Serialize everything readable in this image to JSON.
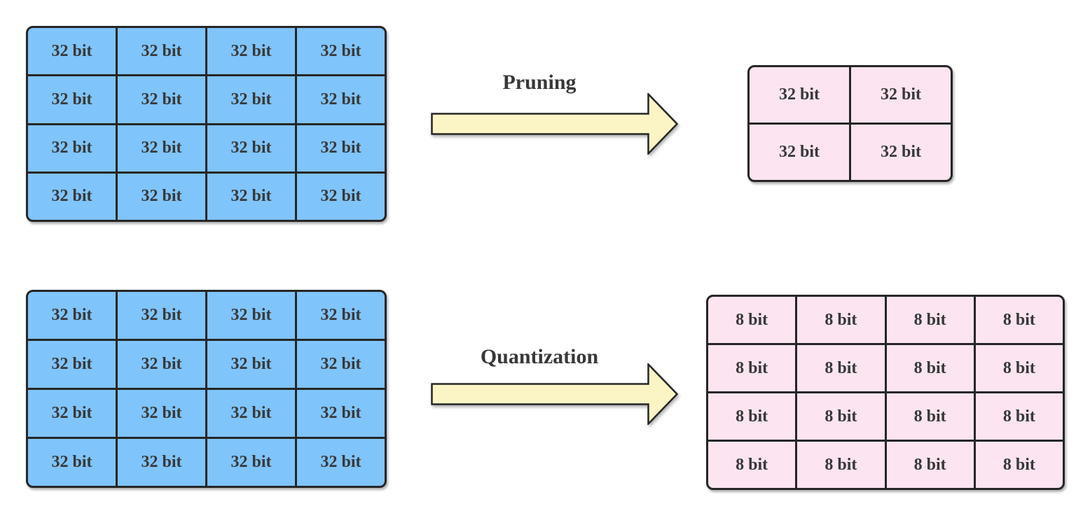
{
  "colors": {
    "background": "#ffffff",
    "blue_cell": "#7fc4fb",
    "pink_cell": "#fce4f1",
    "arrow_fill": "#fbf5c5",
    "outline": "#262626",
    "text": "#383838"
  },
  "pruning": {
    "label": "Pruning",
    "source": {
      "rows": 4,
      "cols": 4,
      "color_key": "blue_cell",
      "cells": [
        "32 bit",
        "32 bit",
        "32 bit",
        "32 bit",
        "32 bit",
        "32 bit",
        "32 bit",
        "32 bit",
        "32 bit",
        "32 bit",
        "32 bit",
        "32 bit",
        "32 bit",
        "32 bit",
        "32 bit",
        "32 bit"
      ]
    },
    "target": {
      "rows": 2,
      "cols": 2,
      "color_key": "pink_cell",
      "cells": [
        "32 bit",
        "32 bit",
        "32 bit",
        "32 bit"
      ]
    }
  },
  "quantization": {
    "label": "Quantization",
    "source": {
      "rows": 4,
      "cols": 4,
      "color_key": "blue_cell",
      "cells": [
        "32 bit",
        "32 bit",
        "32 bit",
        "32 bit",
        "32 bit",
        "32 bit",
        "32 bit",
        "32 bit",
        "32 bit",
        "32 bit",
        "32 bit",
        "32 bit",
        "32 bit",
        "32 bit",
        "32 bit",
        "32 bit"
      ]
    },
    "target": {
      "rows": 4,
      "cols": 4,
      "color_key": "pink_cell",
      "cells": [
        "8 bit",
        "8 bit",
        "8 bit",
        "8 bit",
        "8 bit",
        "8 bit",
        "8 bit",
        "8 bit",
        "8 bit",
        "8 bit",
        "8 bit",
        "8 bit",
        "8 bit",
        "8 bit",
        "8 bit",
        "8 bit"
      ]
    }
  }
}
